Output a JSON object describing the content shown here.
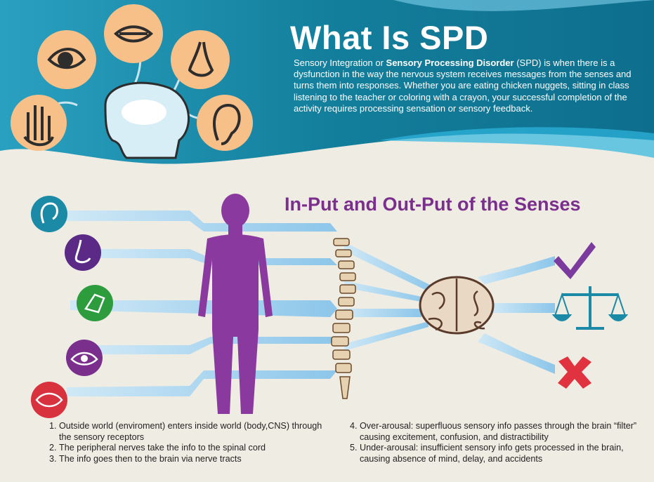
{
  "header": {
    "title": "What Is SPD",
    "intro_pre": "Sensory Integration or ",
    "intro_bold": "Sensory Processing Disorder",
    "intro_post": " (SPD) is when there is a dysfunction in the way the nervous system receives messages from the senses and turns them into responses.  Whether you are eating chicken nuggets, sitting in class listening to the teacher or coloring with a crayon, your successful completion of the activity requires processing sensation or sensory feedback."
  },
  "diagram": {
    "title": "In-Put and Out-Put of the Senses",
    "senses": [
      "ear-icon",
      "nose-icon",
      "hand-icon",
      "eye-icon",
      "mouth-icon"
    ],
    "outputs": [
      "checkmark-icon",
      "scales-icon",
      "x-mark-icon"
    ]
  },
  "steps": [
    {
      "n": "1",
      "text": "Outside world (enviroment) enters inside world (body,CNS) through the sensory receptors"
    },
    {
      "n": "2",
      "text": "The peripheral nerves take the info to the spinal cord"
    },
    {
      "n": "3",
      "text": "The info goes then to the brain via nerve tracts"
    },
    {
      "n": "4",
      "text": "Over-arousal: superfluous sensory info passes through the brain “filter” causing excitement, confusion, and distractibility"
    },
    {
      "n": "5",
      "text": "Under-arousal: insufficient sensory info gets processed in the brain, causing absence of mind, delay, and accidents"
    }
  ],
  "colors": {
    "teal": "#1a8aa6",
    "purple": "#7a2f8c",
    "orange": "#f7c089",
    "beige": "#efece3",
    "red": "#e0323f"
  }
}
